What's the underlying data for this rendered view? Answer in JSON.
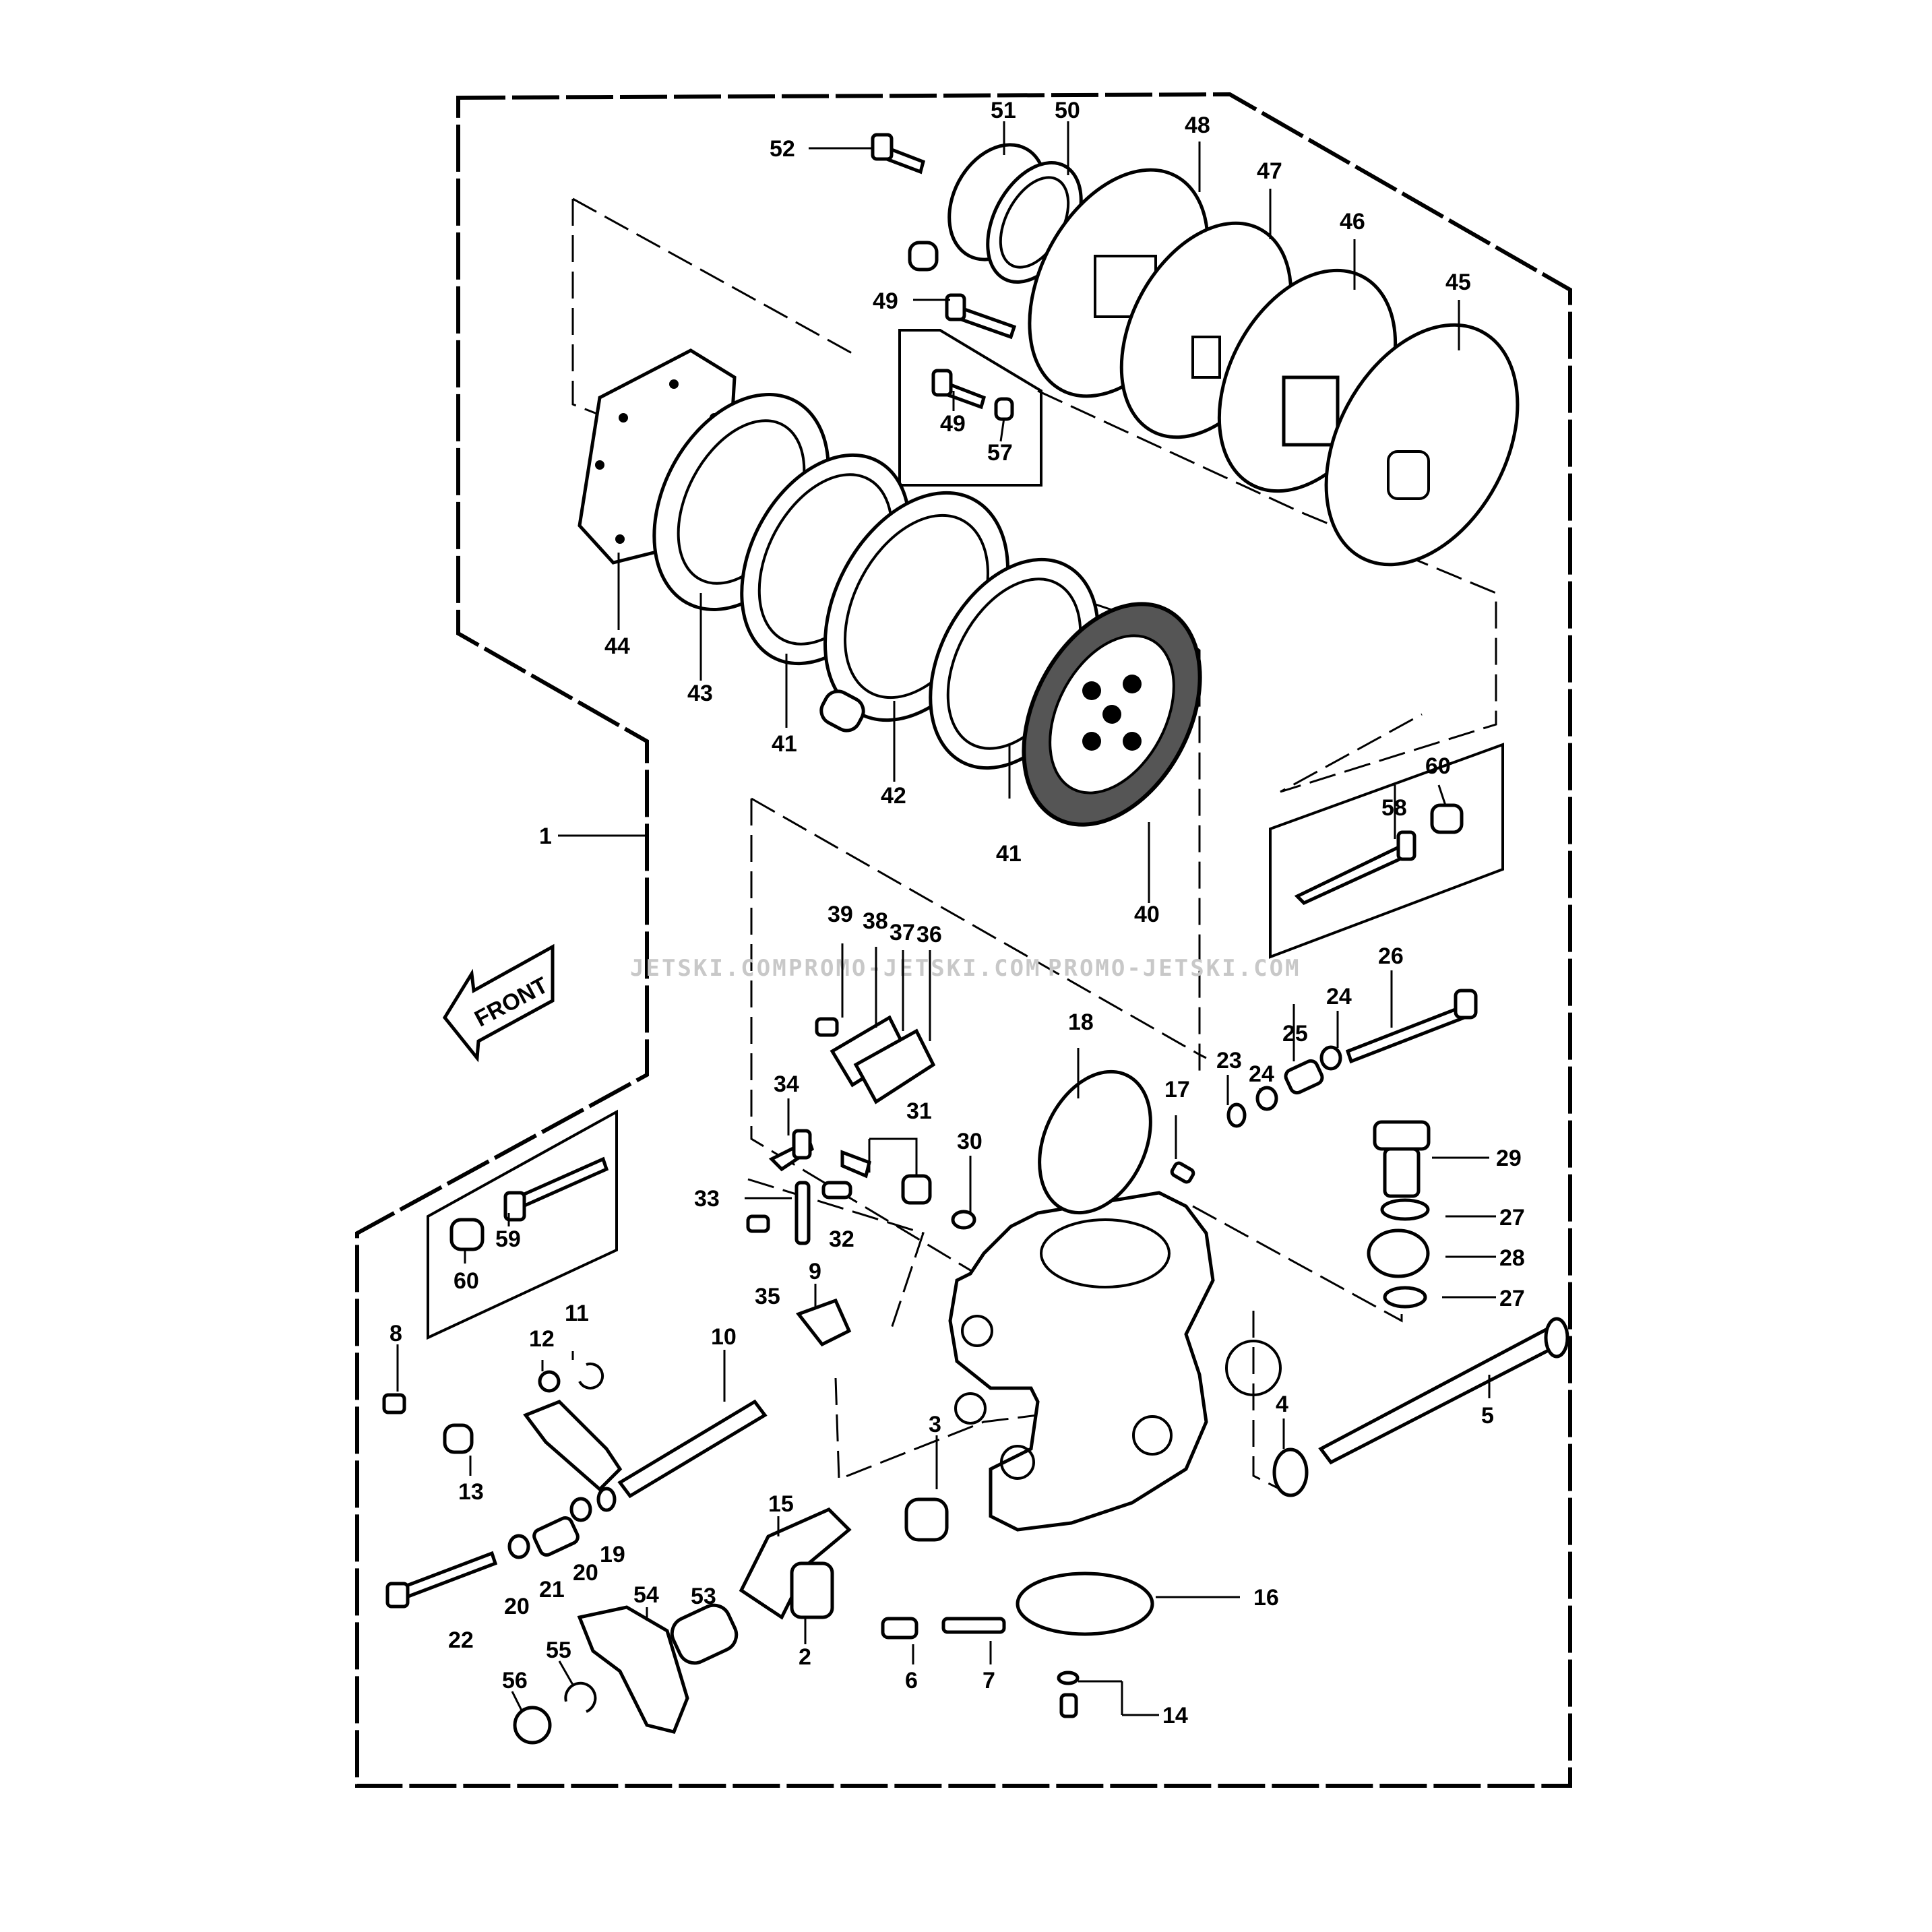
{
  "front_label": "FRONT",
  "watermarks": [
    "JETSKI.COM",
    "PROMO-JETSKI.COM",
    "PROMO-JETSKI.COM"
  ],
  "callouts": [
    {
      "id": "c1",
      "text": "1"
    },
    {
      "id": "c2",
      "text": "2"
    },
    {
      "id": "c3",
      "text": "3"
    },
    {
      "id": "c4",
      "text": "4"
    },
    {
      "id": "c5",
      "text": "5"
    },
    {
      "id": "c6",
      "text": "6"
    },
    {
      "id": "c7",
      "text": "7"
    },
    {
      "id": "c8",
      "text": "8"
    },
    {
      "id": "c9",
      "text": "9"
    },
    {
      "id": "c10",
      "text": "10"
    },
    {
      "id": "c11",
      "text": "11"
    },
    {
      "id": "c12",
      "text": "12"
    },
    {
      "id": "c13",
      "text": "13"
    },
    {
      "id": "c14",
      "text": "14"
    },
    {
      "id": "c15",
      "text": "15"
    },
    {
      "id": "c16",
      "text": "16"
    },
    {
      "id": "c17",
      "text": "17"
    },
    {
      "id": "c18",
      "text": "18"
    },
    {
      "id": "c19",
      "text": "19"
    },
    {
      "id": "c20a",
      "text": "20"
    },
    {
      "id": "c20b",
      "text": "20"
    },
    {
      "id": "c21",
      "text": "21"
    },
    {
      "id": "c22",
      "text": "22"
    },
    {
      "id": "c23",
      "text": "23"
    },
    {
      "id": "c24a",
      "text": "24"
    },
    {
      "id": "c24b",
      "text": "24"
    },
    {
      "id": "c25",
      "text": "25"
    },
    {
      "id": "c26",
      "text": "26"
    },
    {
      "id": "c27a",
      "text": "27"
    },
    {
      "id": "c27b",
      "text": "27"
    },
    {
      "id": "c28",
      "text": "28"
    },
    {
      "id": "c29",
      "text": "29"
    },
    {
      "id": "c30",
      "text": "30"
    },
    {
      "id": "c31",
      "text": "31"
    },
    {
      "id": "c32",
      "text": "32"
    },
    {
      "id": "c33",
      "text": "33"
    },
    {
      "id": "c34",
      "text": "34"
    },
    {
      "id": "c35",
      "text": "35"
    },
    {
      "id": "c36",
      "text": "36"
    },
    {
      "id": "c37",
      "text": "37"
    },
    {
      "id": "c38",
      "text": "38"
    },
    {
      "id": "c39",
      "text": "39"
    },
    {
      "id": "c40",
      "text": "40"
    },
    {
      "id": "c41a",
      "text": "41"
    },
    {
      "id": "c41b",
      "text": "41"
    },
    {
      "id": "c42",
      "text": "42"
    },
    {
      "id": "c43",
      "text": "43"
    },
    {
      "id": "c44",
      "text": "44"
    },
    {
      "id": "c45",
      "text": "45"
    },
    {
      "id": "c46",
      "text": "46"
    },
    {
      "id": "c47",
      "text": "47"
    },
    {
      "id": "c48",
      "text": "48"
    },
    {
      "id": "c49a",
      "text": "49"
    },
    {
      "id": "c49b",
      "text": "49"
    },
    {
      "id": "c50",
      "text": "50"
    },
    {
      "id": "c51",
      "text": "51"
    },
    {
      "id": "c52",
      "text": "52"
    },
    {
      "id": "c53",
      "text": "53"
    },
    {
      "id": "c54",
      "text": "54"
    },
    {
      "id": "c55",
      "text": "55"
    },
    {
      "id": "c56",
      "text": "56"
    },
    {
      "id": "c57",
      "text": "57"
    },
    {
      "id": "c58",
      "text": "58"
    },
    {
      "id": "c59",
      "text": "59"
    },
    {
      "id": "c60a",
      "text": "60"
    },
    {
      "id": "c60b",
      "text": "60"
    }
  ]
}
